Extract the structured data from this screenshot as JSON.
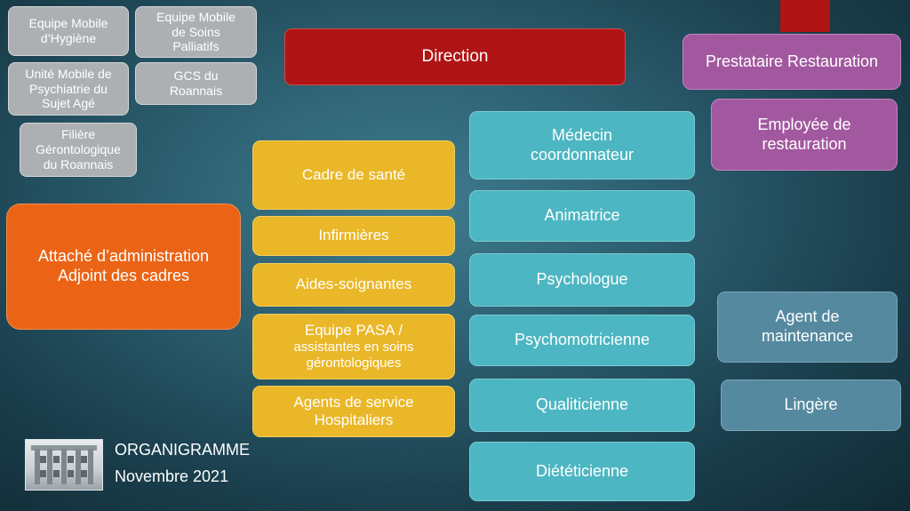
{
  "boxes": {
    "equipe_hygiene": "Equipe Mobile\nd’Hygiène",
    "equipe_soins_palliatifs": "Equipe Mobile\nde Soins\nPalliatifs",
    "unite_psychiatrie": "Unité Mobile de\nPsychiatrie du\nSujet Agé",
    "gcs_roannais": "GCS du\nRoannais",
    "filiere_gerontologique": "Filière\nGérontologique\ndu Roannais",
    "direction": "Direction",
    "prestataire_restauration": "Prestataire Restauration",
    "employee_restauration": "Employée de\nrestauration",
    "attache_administration": "Attaché d’administration\nAdjoint des cadres",
    "cadre_sante": "Cadre de santé",
    "infirmieres": "Infirmières",
    "aides_soignantes": "Aides-soignantes",
    "equipe_pasa_title": "Equipe PASA /",
    "equipe_pasa_sub": "assistantes en soins\ngérontologiques",
    "agents_service": "Agents de service\nHospitaliers",
    "medecin_coordonnateur": "Médecin\ncoordonnateur",
    "animatrice": "Animatrice",
    "psychologue": "Psychologue",
    "psychomotricienne": "Psychomotricienne",
    "qualiticienne": "Qualiticienne",
    "dieteticienne": "Diététicienne",
    "agent_maintenance": "Agent de\nmaintenance",
    "lingere": "Lingère"
  },
  "caption": {
    "title": "ORGANIGRAMME",
    "date": "Novembre 2021"
  },
  "colors": {
    "grey": "#adb0b3",
    "red": "#b01414",
    "purple": "#a2589f",
    "orange": "#eb6416",
    "yellow": "#eab728",
    "teal": "#4cb6c2",
    "slate": "#55899f"
  }
}
